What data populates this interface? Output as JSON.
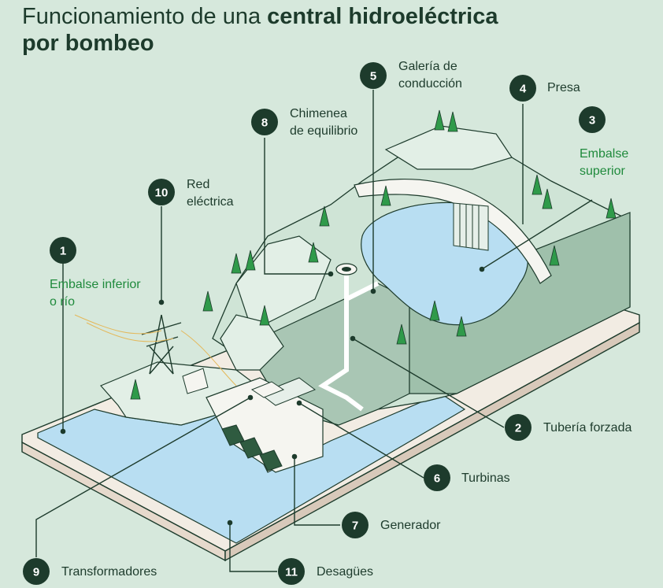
{
  "title": {
    "prefix": "Funcionamiento de una ",
    "bold_line1": "central hidroeléctrica",
    "bold_line2": "por bombeo"
  },
  "colors": {
    "background": "#d6e8dc",
    "water": "#b8def2",
    "terrain": "#cfe4d6",
    "dark_green": "#1d3b2c",
    "accent_green": "#1f8a3c",
    "tree": "#2f9a4a"
  },
  "labels": [
    {
      "number": "1",
      "line1": "Embalse inferior",
      "line2": "o río",
      "highlight": true
    },
    {
      "number": "2",
      "line1": "Tubería forzada",
      "line2": "",
      "highlight": false
    },
    {
      "number": "3",
      "line1": "Embalse",
      "line2": "superior",
      "highlight": true
    },
    {
      "number": "4",
      "line1": "Presa",
      "line2": "",
      "highlight": false
    },
    {
      "number": "5",
      "line1": "Galería de",
      "line2": "conducción",
      "highlight": false
    },
    {
      "number": "6",
      "line1": "Turbinas",
      "line2": "",
      "highlight": false
    },
    {
      "number": "7",
      "line1": "Generador",
      "line2": "",
      "highlight": false
    },
    {
      "number": "8",
      "line1": "Chimenea",
      "line2": "de equilibrio",
      "highlight": false
    },
    {
      "number": "9",
      "line1": "Transformadores",
      "line2": "",
      "highlight": false
    },
    {
      "number": "10",
      "line1": "Red",
      "line2": "eléctrica",
      "highlight": false
    },
    {
      "number": "11",
      "line1": "Desagües",
      "line2": "",
      "highlight": false
    }
  ]
}
